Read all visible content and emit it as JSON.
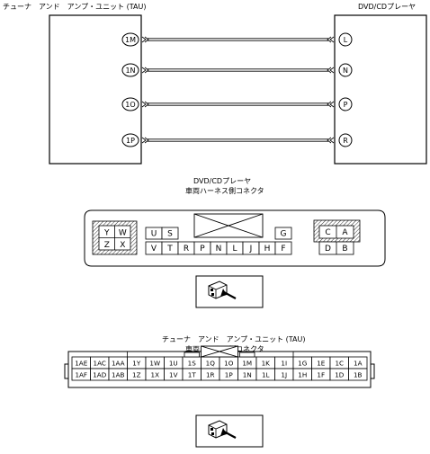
{
  "wiring": {
    "left_unit_title": "チューナ　アンド　アンプ・ユニット (TAU)",
    "right_unit_title": "DVD/CDプレーヤ",
    "wires": [
      {
        "from": "1M",
        "to": "L"
      },
      {
        "from": "1N",
        "to": "N"
      },
      {
        "from": "1O",
        "to": "P"
      },
      {
        "from": "1P",
        "to": "R"
      }
    ]
  },
  "dvd_connector": {
    "title_line1": "DVD/CDプレーヤ",
    "title_line2": "車両ハーネス側コネクタ",
    "left_block": {
      "top": [
        "Y",
        "W"
      ],
      "bottom": [
        "Z",
        "X"
      ]
    },
    "top_pins": [
      "U",
      "S"
    ],
    "top_pin_right": "G",
    "bottom_pins": [
      "V",
      "T",
      "R",
      "P",
      "N",
      "L",
      "J",
      "H",
      "F"
    ],
    "right_block": {
      "top": [
        "C",
        "A"
      ],
      "bottom": [
        "D",
        "B"
      ]
    }
  },
  "tau_connector": {
    "title_line1": "チューナ　アンド　アンプ・ユニット (TAU)",
    "title_line2": "車両ハーネス側コネクタ",
    "top_row": [
      "1AE",
      "1AC",
      "1AA",
      "1Y",
      "1W",
      "1U",
      "1S",
      "1Q",
      "1O",
      "1M",
      "1K",
      "1I",
      "1G",
      "1E",
      "1C",
      "1A"
    ],
    "bottom_row": [
      "1AF",
      "1AD",
      "1AB",
      "1Z",
      "1X",
      "1V",
      "1T",
      "1R",
      "1P",
      "1N",
      "1L",
      "1J",
      "1H",
      "1F",
      "1D",
      "1B"
    ]
  }
}
